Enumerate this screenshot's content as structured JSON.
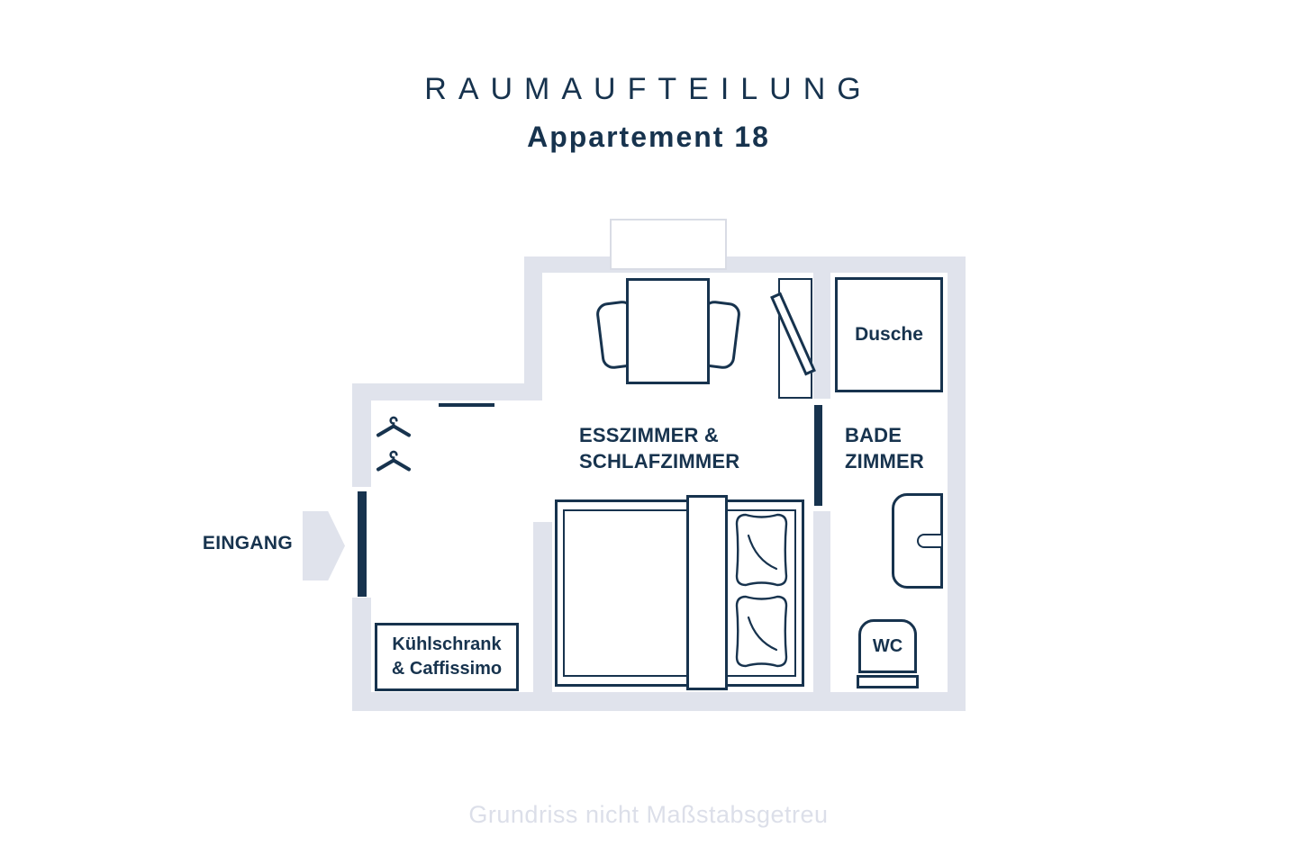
{
  "colors": {
    "navy": "#17334e",
    "wall": "#e0e3ec",
    "window_border": "#d9dce5",
    "muted": "#dcdfe9",
    "background": "#ffffff"
  },
  "header": {
    "title": "RAUMAUFTEILUNG",
    "subtitle": "Appartement 18"
  },
  "rooms": {
    "main_line1": "ESSZIMMER &",
    "main_line2": "SCHLAFZIMMER",
    "bath_line1": "BADE",
    "bath_line2": "ZIMMER"
  },
  "labels": {
    "entrance": "EINGANG",
    "shower": "Dusche",
    "wc": "WC",
    "fridge_line1": "Kühlschrank",
    "fridge_line2": "& Caffissimo"
  },
  "footer": {
    "note": "Grundriss nicht Maßstabsgetreu"
  }
}
